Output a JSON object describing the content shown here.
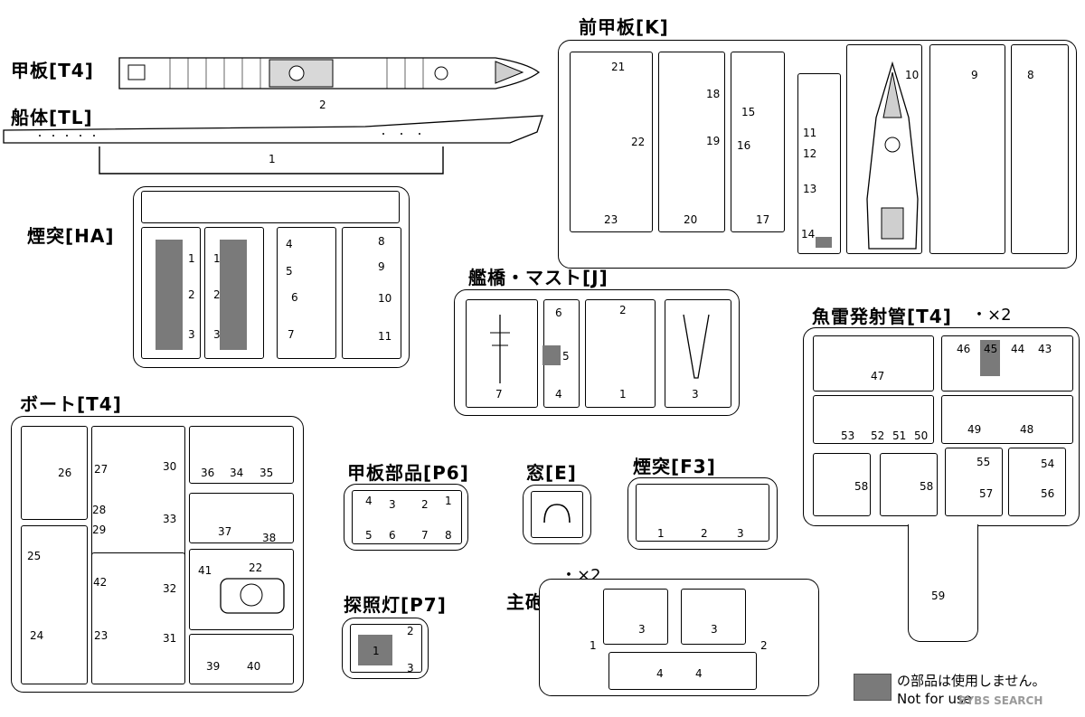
{
  "sheets": {
    "deck_t4": {
      "title": "甲板[T4]",
      "parts": [
        "2"
      ]
    },
    "hull_tl": {
      "title": "船体[TL]",
      "parts": [
        "1"
      ]
    },
    "funnel_ha": {
      "title": "煙突[HA]",
      "parts": [
        "1",
        "2",
        "3",
        "1",
        "2",
        "3",
        "4",
        "5",
        "6",
        "7",
        "8",
        "9",
        "10",
        "11"
      ]
    },
    "fore_deck_k": {
      "title": "前甲板[K]",
      "parts": [
        "21",
        "22",
        "23",
        "18",
        "19",
        "20",
        "15",
        "16",
        "17",
        "11",
        "12",
        "13",
        "14",
        "10",
        "9",
        "8"
      ]
    },
    "bridge_mast_j": {
      "title": "艦橋・マスト[J]",
      "parts": [
        "7",
        "6",
        "5",
        "4",
        "2",
        "1",
        "3"
      ]
    },
    "torpedo_t4": {
      "title": "魚雷発射管[T4]",
      "multiplier": "・×2",
      "parts": [
        "47",
        "46",
        "45",
        "44",
        "43",
        "53",
        "52",
        "51",
        "50",
        "49",
        "48",
        "58",
        "58",
        "55",
        "57",
        "54",
        "56",
        "59"
      ]
    },
    "boat_t4": {
      "title": "ボート[T4]",
      "parts": [
        "26",
        "27",
        "30",
        "28",
        "29",
        "33",
        "36",
        "34",
        "35",
        "37",
        "38",
        "25",
        "24",
        "42",
        "23",
        "32",
        "31",
        "41",
        "22",
        "39",
        "40"
      ]
    },
    "deck_parts_p6": {
      "title": "甲板部品[P6]",
      "parts": [
        "4",
        "3",
        "2",
        "1",
        "5",
        "6",
        "7",
        "8"
      ]
    },
    "window_e": {
      "title": "窓[E]"
    },
    "funnel_f3": {
      "title": "煙突[F3]",
      "parts": [
        "1",
        "2",
        "3"
      ]
    },
    "searchlight_p7": {
      "title": "探照灯[P7]",
      "parts": [
        "2",
        "1",
        "3"
      ]
    },
    "main_gun_gb": {
      "title": "主砲[GB]",
      "multiplier": "・×2",
      "parts": [
        "3",
        "3",
        "1",
        "2",
        "4",
        "4"
      ]
    }
  },
  "legend": {
    "jp": "の部品は使用しません。",
    "en": "Not for use"
  },
  "watermark": "BYBS SEARCH",
  "colors": {
    "unused": "#7a7a7a",
    "line": "#000000"
  }
}
